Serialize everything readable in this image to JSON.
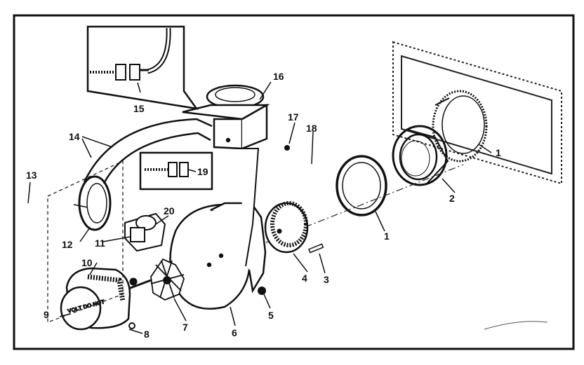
{
  "diagram": {
    "callouts": [
      {
        "id": "c1a",
        "label": "1"
      },
      {
        "id": "c1b",
        "label": "1"
      },
      {
        "id": "c2",
        "label": "2"
      },
      {
        "id": "c3",
        "label": "3"
      },
      {
        "id": "c4",
        "label": "4"
      },
      {
        "id": "c5",
        "label": "5"
      },
      {
        "id": "c6",
        "label": "6"
      },
      {
        "id": "c7",
        "label": "7"
      },
      {
        "id": "c8",
        "label": "8"
      },
      {
        "id": "c9",
        "label": "9"
      },
      {
        "id": "c10",
        "label": "10"
      },
      {
        "id": "c11",
        "label": "11"
      },
      {
        "id": "c12",
        "label": "12"
      },
      {
        "id": "c13",
        "label": "13"
      },
      {
        "id": "c14",
        "label": "14"
      },
      {
        "id": "c15",
        "label": "15"
      },
      {
        "id": "c16",
        "label": "16"
      },
      {
        "id": "c17",
        "label": "17"
      },
      {
        "id": "c18",
        "label": "18"
      },
      {
        "id": "c19",
        "label": "19"
      },
      {
        "id": "c20",
        "label": "20"
      }
    ],
    "motor_label_text": "VOLT DO NOT"
  }
}
